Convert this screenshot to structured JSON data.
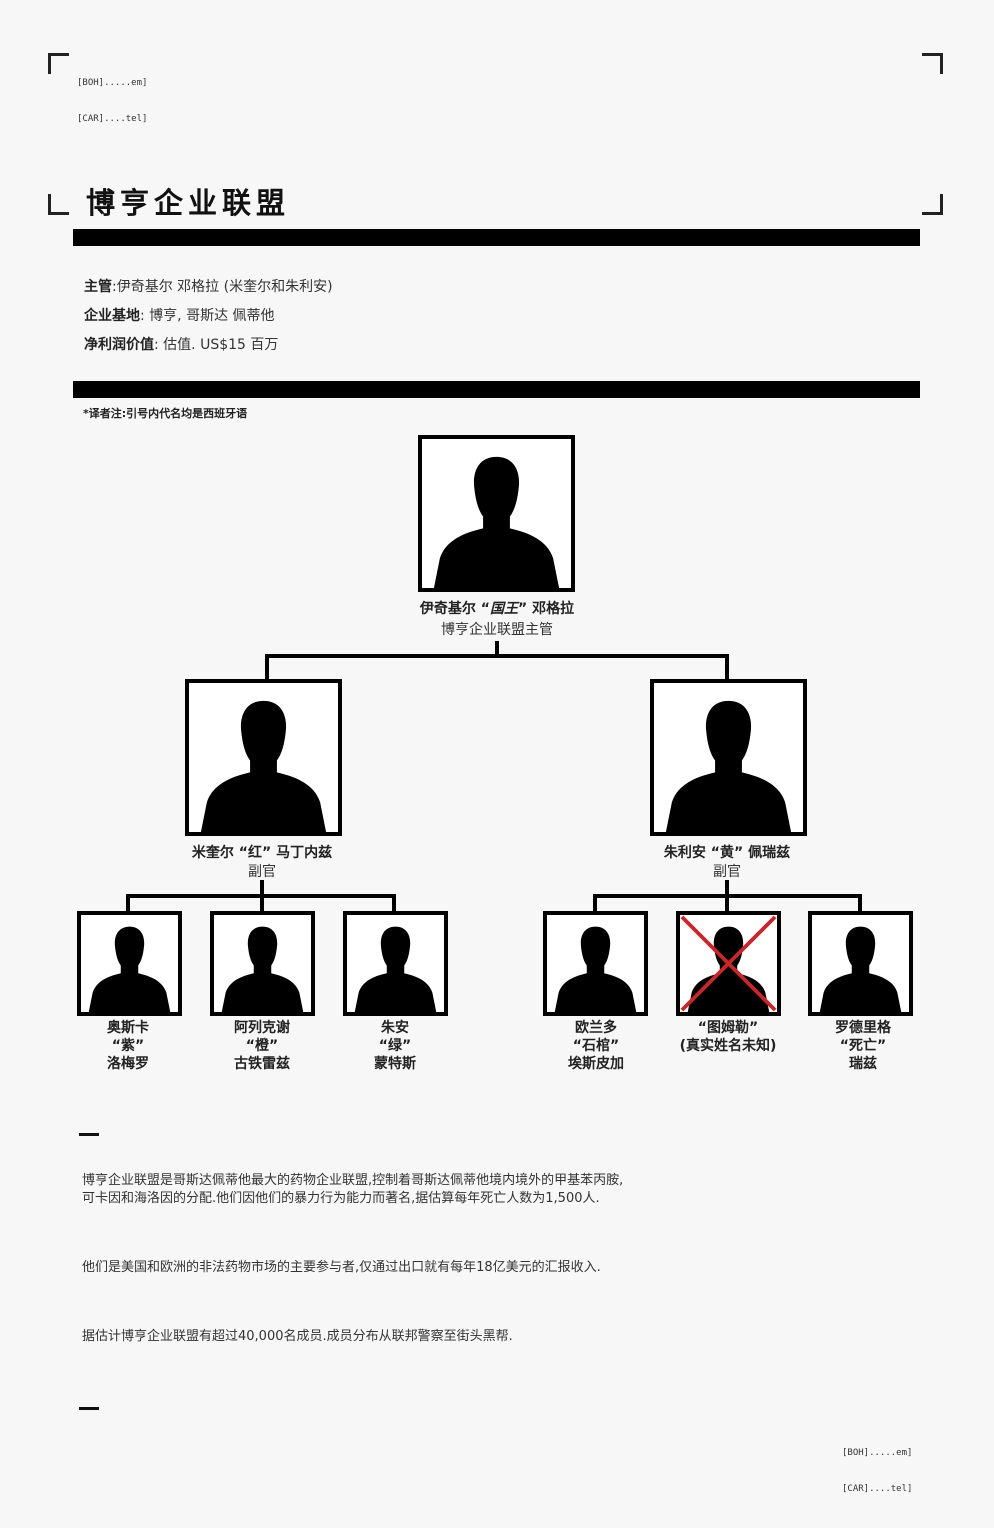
{
  "header_tag": {
    "line1": "[BOH].....em]",
    "line2": "[CAR]....tel]"
  },
  "footer_tag": {
    "line1": "[BOH].....em]",
    "line2": "[CAR]....tel]"
  },
  "title": "博亨企业联盟",
  "info": {
    "leader_label": "主管",
    "leader_value": ":伊奇基尔 邓格拉 (米奎尔和朱利安)",
    "base_label": "企业基地",
    "base_value": ": 博亨, 哥斯达 佩蒂他",
    "profit_label": "净利润价值",
    "profit_value": ": 估值. US$15 百万"
  },
  "note": "*译者注:引号内代名均是西班牙语",
  "top": {
    "name_a": "伊奇基尔 “",
    "name_nick": "国王",
    "name_b": "” 邓格拉",
    "role": "博亨企业联盟主管"
  },
  "lieutenants": [
    {
      "name": "米奎尔 “红” 马丁内兹",
      "role": "副官"
    },
    {
      "name": "朱利安 “黄” 佩瑞兹",
      "role": "副官"
    }
  ],
  "members": [
    {
      "line1": "奥斯卡",
      "line2": "“紫”",
      "line3": "洛梅罗",
      "deceased": false
    },
    {
      "line1": "阿列克谢",
      "line2": "“橙”",
      "line3": "古铁雷兹",
      "deceased": false
    },
    {
      "line1": "朱安",
      "line2": "“绿”",
      "line3": "蒙特斯",
      "deceased": false
    },
    {
      "line1": "欧兰多",
      "line2": "“石棺”",
      "line3": "埃斯皮加",
      "deceased": false
    },
    {
      "line1": "“图姆勒”",
      "line2": "(真实姓名未知)",
      "line3": "",
      "deceased": true
    },
    {
      "line1": "罗德里格",
      "line2": "“死亡”",
      "line3": "瑞兹",
      "deceased": false
    }
  ],
  "paragraphs": [
    "博亨企业联盟是哥斯达佩蒂他最大的药物企业联盟,控制着哥斯达佩蒂他境内境外的甲基苯丙胺,",
    "可卡因和海洛因的分配.他们因他们的暴力行为能力而著名,据估算每年死亡人数为1,500人.",
    "他们是美国和欧洲的非法药物市场的主要参与者,仅通过出口就有每年18亿美元的汇报收入.",
    "据估计博亨企业联盟有超过40,000名成员.成员分布从联邦警察至街头黑帮."
  ],
  "colors": {
    "cross": "#c8262b",
    "frame": "#000000"
  }
}
